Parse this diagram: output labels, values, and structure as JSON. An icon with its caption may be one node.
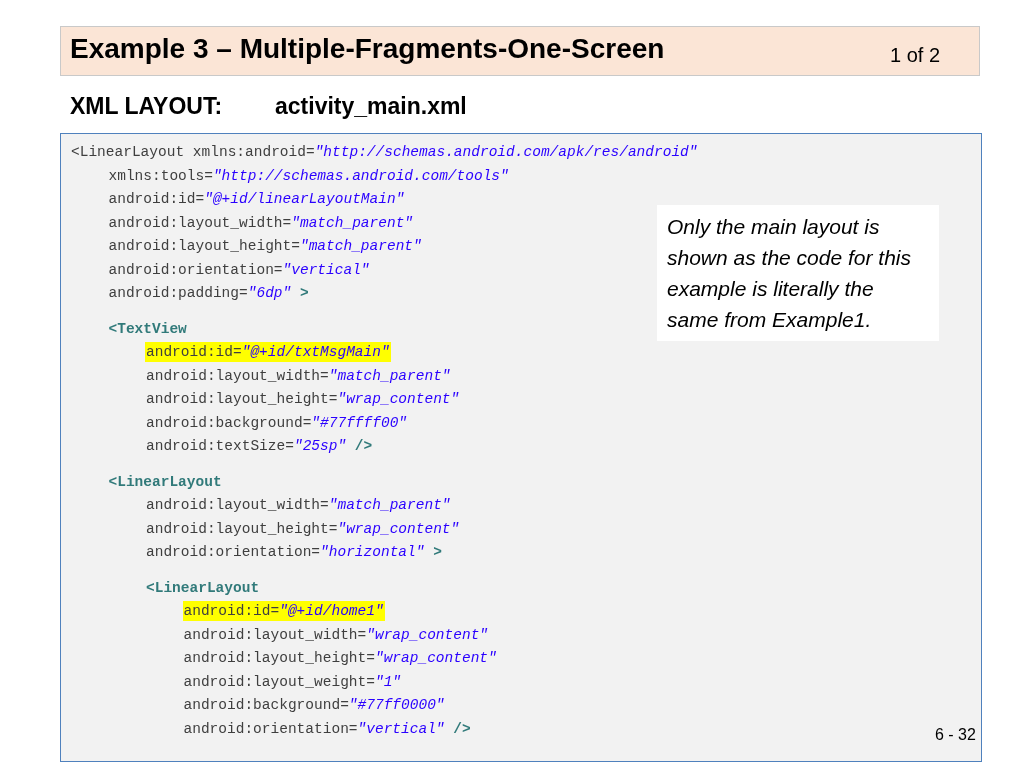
{
  "diagram": {
    "title": "Example 3 – Multiple-Fragments-One-Screen",
    "nodes": [
      {
        "text": [
          "<LinearLayout xmlns:android=\"http://schemas.android.com/apk/res/android\"",
          "xmlns:tools=\"http://schemas.android.com/tools\"",
          "android:id=\"@+id/linearLayoutMain\"",
          "android:layout_width=\"match_parent\"",
          "android:layout_height=\"match_parent\"",
          "android:orientation=\"vertical\"",
          "android:padding=\"6dp\" >",
          "<TextView",
          "android:id=\"@+id/txtMsgMain\"",
          "android:layout_width=\"match_parent\"",
          "android:layout_height=\"wrap_content\"",
          "android:background=\"#77ffff00\"",
          "android:textSize=\"25sp\" />",
          "<LinearLayout",
          "android:layout_width=\"match_parent\"",
          "android:layout_height=\"wrap_content\"",
          "android:orientation=\"horizontal\" >",
          "<LinearLayout",
          "android:id=\"@+id/home1\"",
          "android:layout_width=\"wrap_content\"",
          "android:layout_height=\"wrap_content\"",
          "android:layout_weight=\"1\"",
          "android:background=\"#77ff0000\"",
          "android:orientation=\"vertical\" />"
        ]
      },
      {
        "text": [
          "Only the main layout is shown as the code for this example is literally the same from Example1."
        ],
        "in": 0
      }
    ],
    "labels": [
      "1 of 2",
      "XML LAYOUT:",
      "activity_main.xml",
      "6 - 32"
    ]
  }
}
